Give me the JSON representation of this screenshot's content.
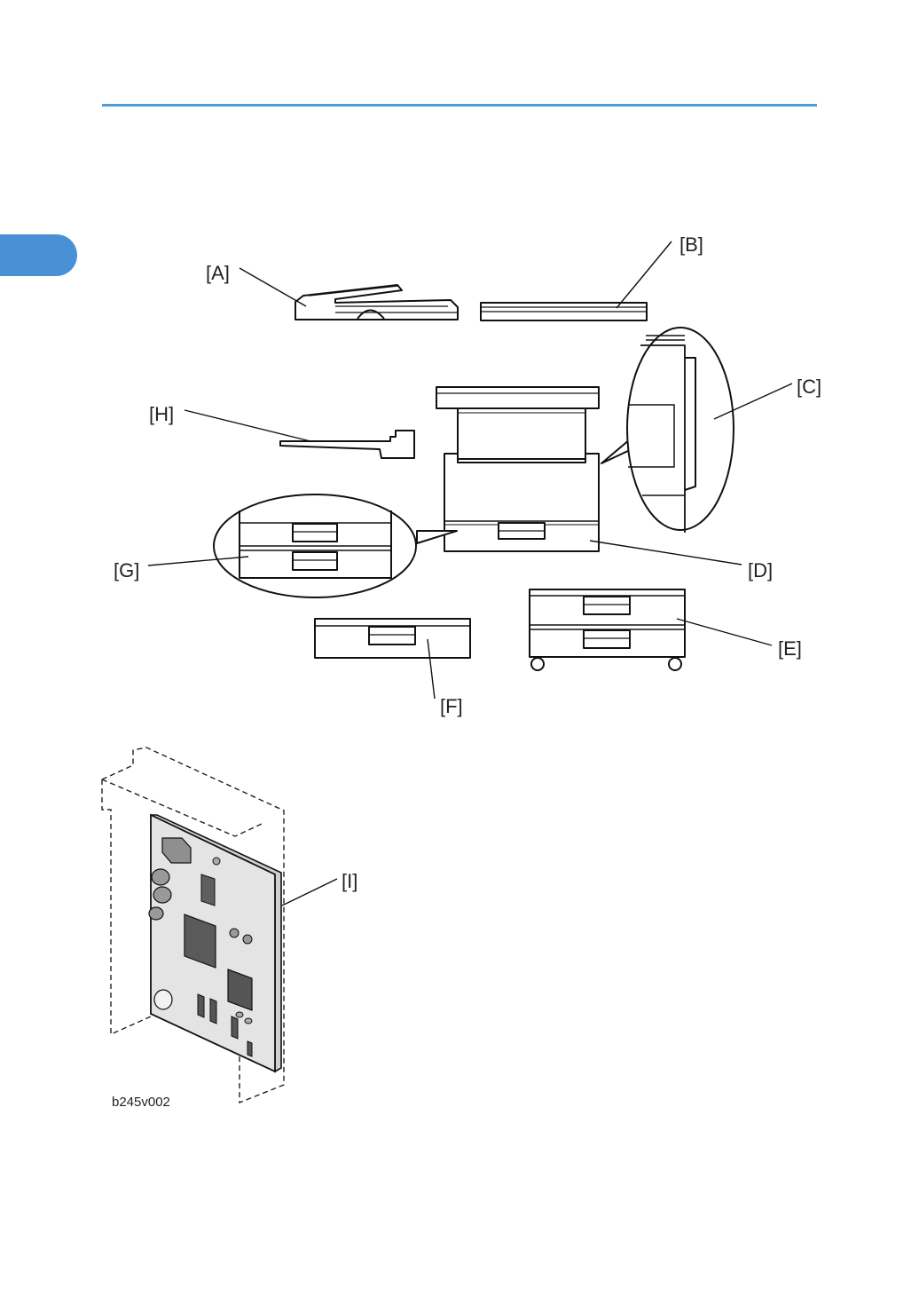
{
  "header": {
    "rule_color": "#4a9fd8"
  },
  "chapter_tab": {
    "color": "#4a90d4"
  },
  "callouts": {
    "a": "[A]",
    "b": "[B]",
    "c": "[C]",
    "d": "[D]",
    "e": "[E]",
    "f": "[F]",
    "g": "[G]",
    "h": "[H]",
    "i": "[I]"
  },
  "figure_id": "b245v002"
}
